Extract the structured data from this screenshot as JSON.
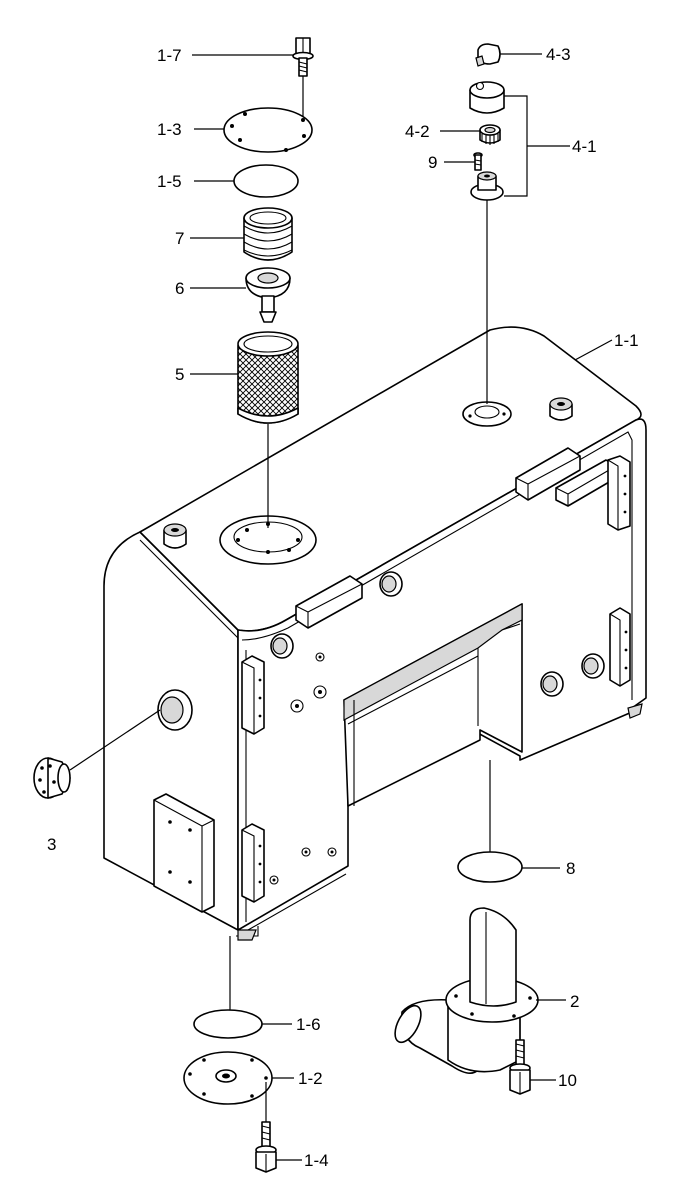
{
  "labels": {
    "l_1_7": "1-7",
    "l_1_3": "1-3",
    "l_1_5": "1-5",
    "l_7": "7",
    "l_6": "6",
    "l_5": "5",
    "l_4_3": "4-3",
    "l_4_2": "4-2",
    "l_4_1": "4-1",
    "l_9": "9",
    "l_1_1": "1-1",
    "l_3": "3",
    "l_8": "8",
    "l_2": "2",
    "l_10": "10",
    "l_1_6": "1-6",
    "l_1_2": "1-2",
    "l_1_4": "1-4"
  }
}
